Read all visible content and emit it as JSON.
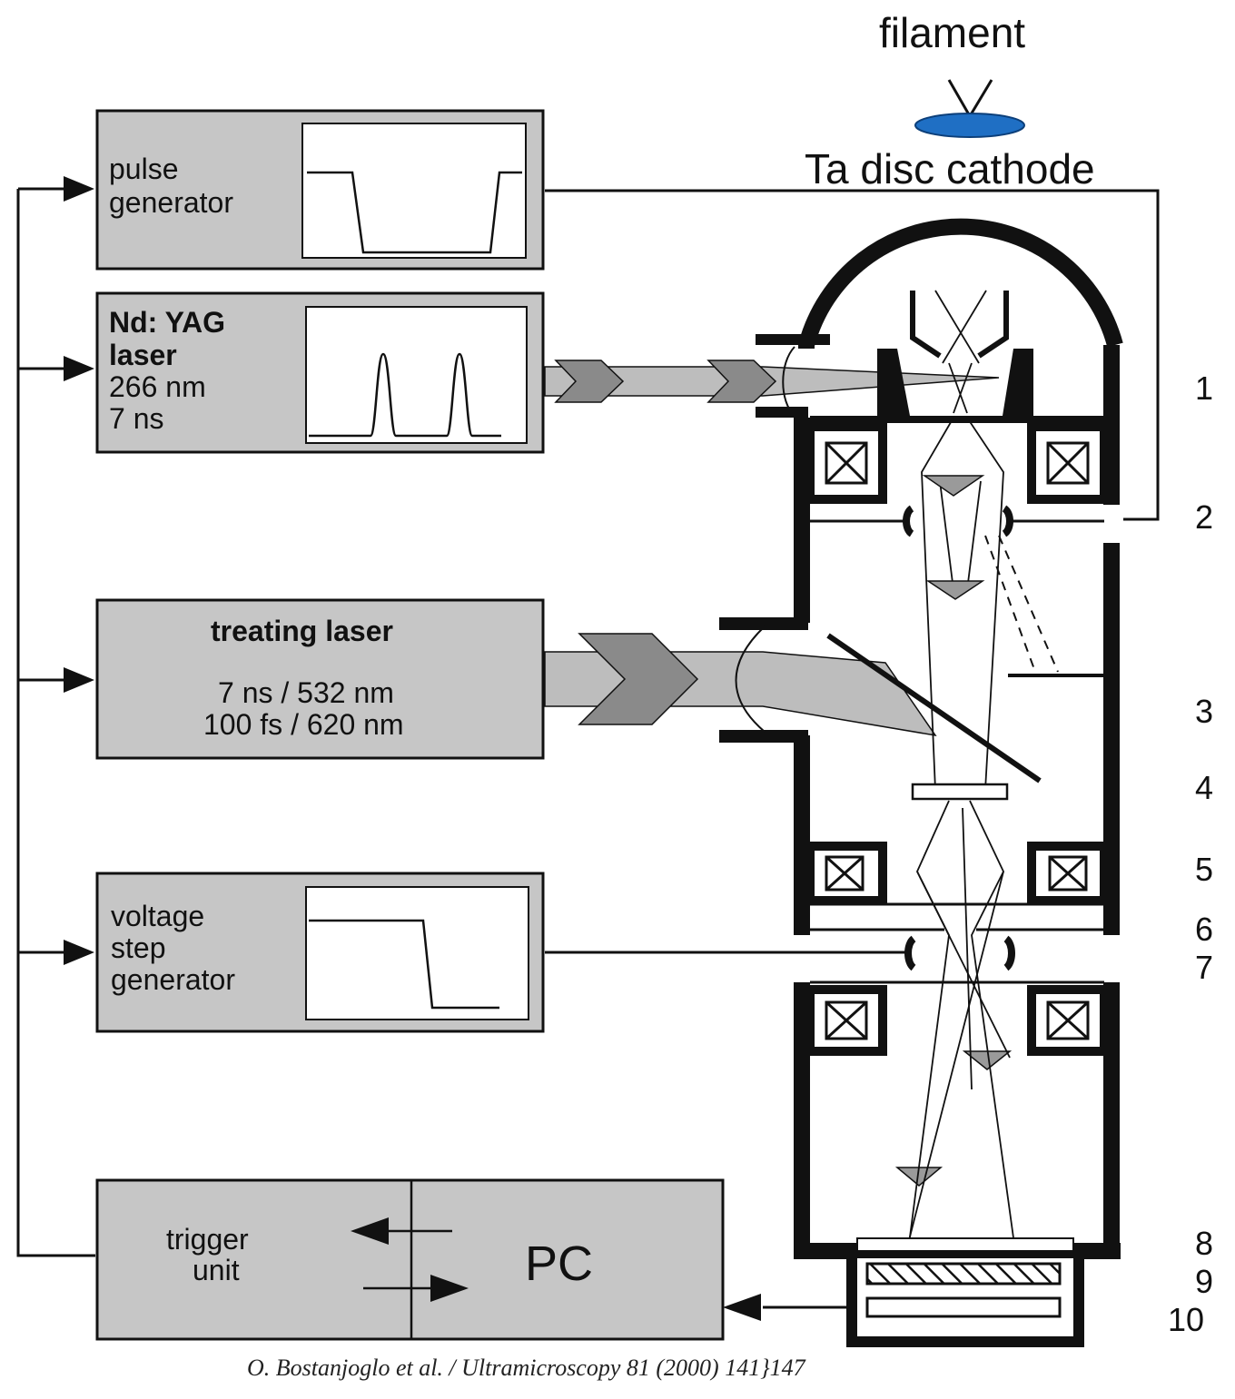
{
  "top": {
    "filament": "filament",
    "cathode": "Ta disc cathode"
  },
  "modules": {
    "pulse": [
      "pulse",
      "generator"
    ],
    "yag": [
      "Nd: YAG",
      "laser",
      "266 nm",
      "7 ns"
    ],
    "treating": [
      "treating laser",
      "7 ns / 532 nm",
      "100 fs / 620 nm"
    ],
    "voltage": [
      "voltage",
      "step",
      "generator"
    ],
    "trigger": [
      "trigger",
      "unit"
    ],
    "pc": "PC"
  },
  "numbers": [
    "1",
    "2",
    "3",
    "4",
    "5",
    "6",
    "7",
    "8",
    "9",
    "10"
  ],
  "citation": "O. Bostanjoglo et al. / Ultramicroscopy 81 (2000) 141}147",
  "colors": {
    "box_fill": "#c6c6c6",
    "inner_fill": "#ffffff",
    "chevron_fill": "#8a8a8a",
    "beam_fill": "#bdbdbd",
    "cathode_fill": "#1f6fc4",
    "line": "#111111"
  }
}
